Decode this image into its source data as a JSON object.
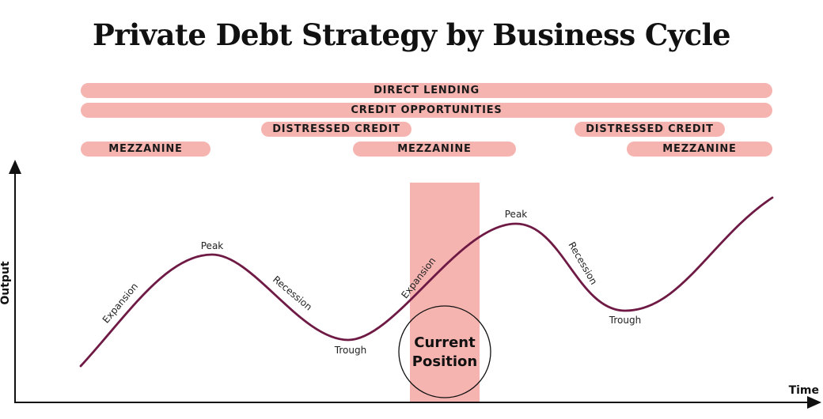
{
  "title": "Private Debt Strategy by Business Cycle",
  "colors": {
    "band": "#f6b4b0",
    "curve": "#6e1a44",
    "axis": "#111111"
  },
  "bands": {
    "direct_lending": "DIRECT LENDING",
    "credit_opportunities": "CREDIT OPPORTUNITIES",
    "distressed_credit_1": "DISTRESSED CREDIT",
    "distressed_credit_2": "DISTRESSED CREDIT",
    "mezzanine_1": "MEZZANINE",
    "mezzanine_2": "MEZZANINE",
    "mezzanine_3": "MEZZANINE"
  },
  "axes": {
    "y_label": "Output",
    "x_label": "Time"
  },
  "phases": {
    "expansion_1": "Expansion",
    "peak_1": "Peak",
    "recession_1": "Recession",
    "trough_1": "Trough",
    "expansion_2": "Expansion",
    "peak_2": "Peak",
    "recession_2": "Recession",
    "trough_2": "Trough"
  },
  "current_position": {
    "line1": "Current",
    "line2": "Position"
  }
}
